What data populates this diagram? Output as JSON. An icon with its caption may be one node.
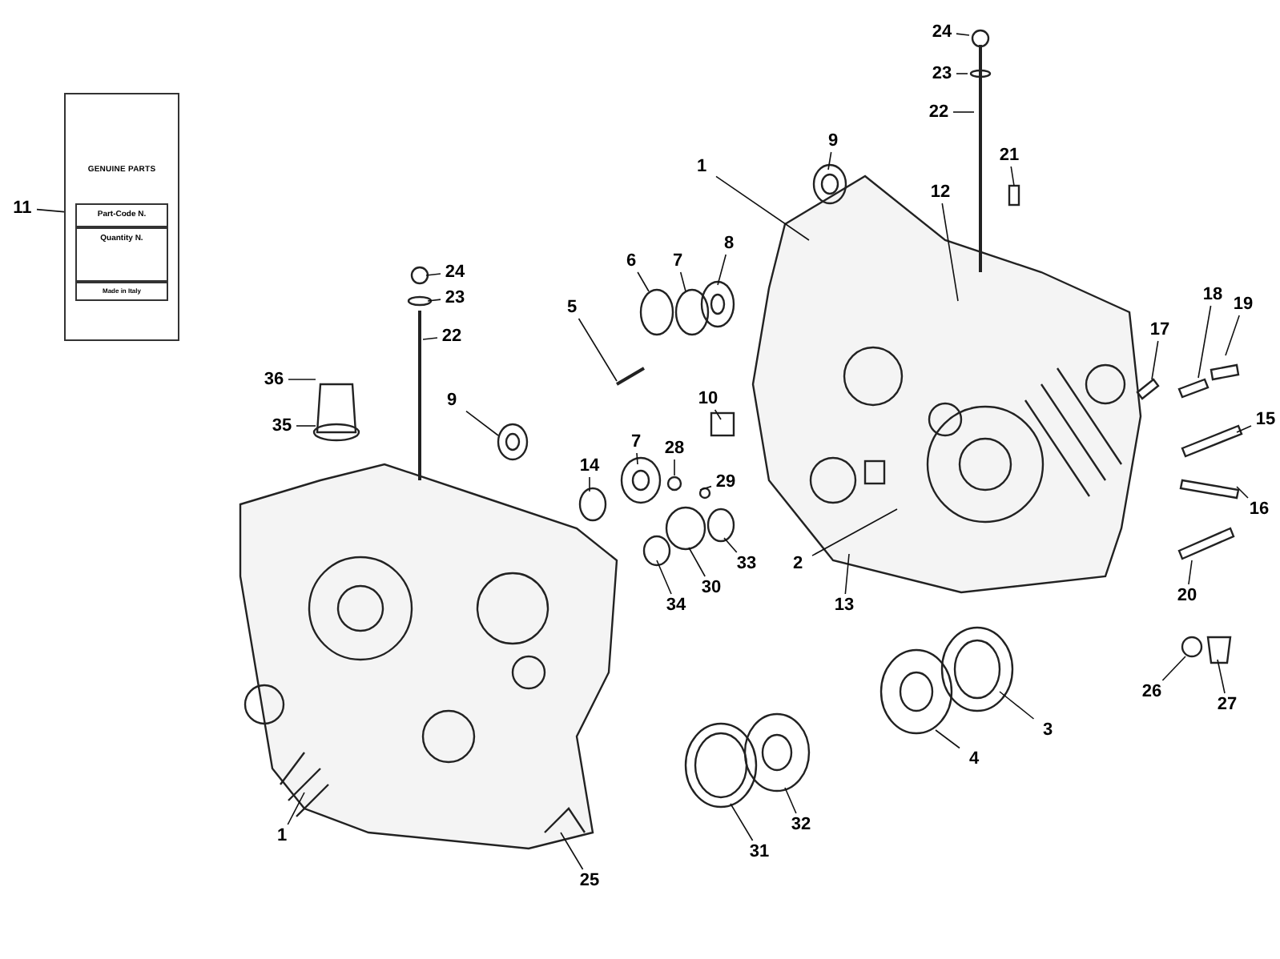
{
  "diagram": {
    "nodes": [
      {
        "text": [
          "GENUINE PARTS",
          "Part-Code N.",
          "Quantity N.",
          "Made in Italy"
        ]
      },
      {
        "text": [
          "24"
        ]
      },
      {
        "text": [
          "23"
        ]
      },
      {
        "text": [
          "22"
        ]
      },
      {
        "text": [
          "9"
        ]
      },
      {
        "text": [
          "21"
        ]
      },
      {
        "text": [
          "1"
        ]
      },
      {
        "text": [
          "12"
        ]
      },
      {
        "text": [
          "11"
        ]
      },
      {
        "text": [
          "8"
        ]
      },
      {
        "text": [
          "6"
        ]
      },
      {
        "text": [
          "7"
        ]
      },
      {
        "text": [
          "24"
        ]
      },
      {
        "text": [
          "18"
        ]
      },
      {
        "text": [
          "23"
        ]
      },
      {
        "text": [
          "5"
        ]
      },
      {
        "text": [
          "19"
        ]
      },
      {
        "text": [
          "22"
        ]
      },
      {
        "text": [
          "17"
        ]
      },
      {
        "text": [
          "36"
        ]
      },
      {
        "text": [
          "15"
        ]
      },
      {
        "text": [
          "9"
        ]
      },
      {
        "text": [
          "10"
        ]
      },
      {
        "text": [
          "35"
        ]
      },
      {
        "text": [
          "7"
        ]
      },
      {
        "text": [
          "28"
        ]
      },
      {
        "text": [
          "14"
        ]
      },
      {
        "text": [
          "29"
        ]
      },
      {
        "text": [
          "16"
        ]
      },
      {
        "text": [
          "33"
        ]
      },
      {
        "text": [
          "2"
        ]
      },
      {
        "text": [
          "30"
        ]
      },
      {
        "text": [
          "20"
        ]
      },
      {
        "text": [
          "13"
        ]
      },
      {
        "text": [
          "34"
        ]
      },
      {
        "text": [
          "26"
        ]
      },
      {
        "text": [
          "27"
        ]
      },
      {
        "text": [
          "3"
        ]
      },
      {
        "text": [
          "4"
        ]
      },
      {
        "text": [
          "32"
        ]
      },
      {
        "text": [
          "1"
        ]
      },
      {
        "text": [
          "31"
        ]
      },
      {
        "text": [
          "25"
        ]
      }
    ],
    "edges": [
      {
        "from": 1,
        "to": null,
        "arrow": "none"
      },
      {
        "from": 2,
        "to": null,
        "arrow": "none"
      },
      {
        "from": 3,
        "to": null,
        "arrow": "none"
      },
      {
        "from": 4,
        "to": null,
        "arrow": "none"
      },
      {
        "from": 5,
        "to": null,
        "arrow": "none"
      },
      {
        "from": 6,
        "to": null,
        "arrow": "none"
      },
      {
        "from": 7,
        "to": null,
        "arrow": "none"
      },
      {
        "from": 8,
        "to": 0,
        "arrow": "none"
      },
      {
        "from": 9,
        "to": null,
        "arrow": "none"
      },
      {
        "from": 10,
        "to": null,
        "arrow": "none"
      },
      {
        "from": 11,
        "to": null,
        "arrow": "none"
      },
      {
        "from": 12,
        "to": null,
        "arrow": "none"
      },
      {
        "from": 13,
        "to": null,
        "arrow": "none"
      },
      {
        "from": 14,
        "to": null,
        "arrow": "none"
      },
      {
        "from": 15,
        "to": null,
        "arrow": "none"
      },
      {
        "from": 16,
        "to": null,
        "arrow": "none"
      },
      {
        "from": 17,
        "to": null,
        "arrow": "none"
      },
      {
        "from": 18,
        "to": null,
        "arrow": "none"
      },
      {
        "from": 19,
        "to": null,
        "arrow": "none"
      },
      {
        "from": 20,
        "to": null,
        "arrow": "none"
      },
      {
        "from": 21,
        "to": null,
        "arrow": "none"
      },
      {
        "from": 22,
        "to": null,
        "arrow": "none"
      },
      {
        "from": 23,
        "to": null,
        "arrow": "none"
      },
      {
        "from": 24,
        "to": null,
        "arrow": "none"
      },
      {
        "from": 25,
        "to": null,
        "arrow": "none"
      },
      {
        "from": 26,
        "to": null,
        "arrow": "none"
      },
      {
        "from": 27,
        "to": null,
        "arrow": "none"
      },
      {
        "from": 28,
        "to": null,
        "arrow": "none"
      },
      {
        "from": 29,
        "to": null,
        "arrow": "none"
      },
      {
        "from": 30,
        "to": null,
        "arrow": "none"
      },
      {
        "from": 31,
        "to": null,
        "arrow": "none"
      },
      {
        "from": 32,
        "to": null,
        "arrow": "none"
      },
      {
        "from": 33,
        "to": null,
        "arrow": "none"
      },
      {
        "from": 34,
        "to": null,
        "arrow": "none"
      },
      {
        "from": 35,
        "to": null,
        "arrow": "none"
      },
      {
        "from": 36,
        "to": null,
        "arrow": "none"
      },
      {
        "from": 37,
        "to": null,
        "arrow": "none"
      },
      {
        "from": 38,
        "to": null,
        "arrow": "none"
      },
      {
        "from": 39,
        "to": null,
        "arrow": "none"
      },
      {
        "from": 40,
        "to": null,
        "arrow": "none"
      },
      {
        "from": 41,
        "to": null,
        "arrow": "none"
      },
      {
        "from": 42,
        "to": null,
        "arrow": "none"
      }
    ]
  }
}
